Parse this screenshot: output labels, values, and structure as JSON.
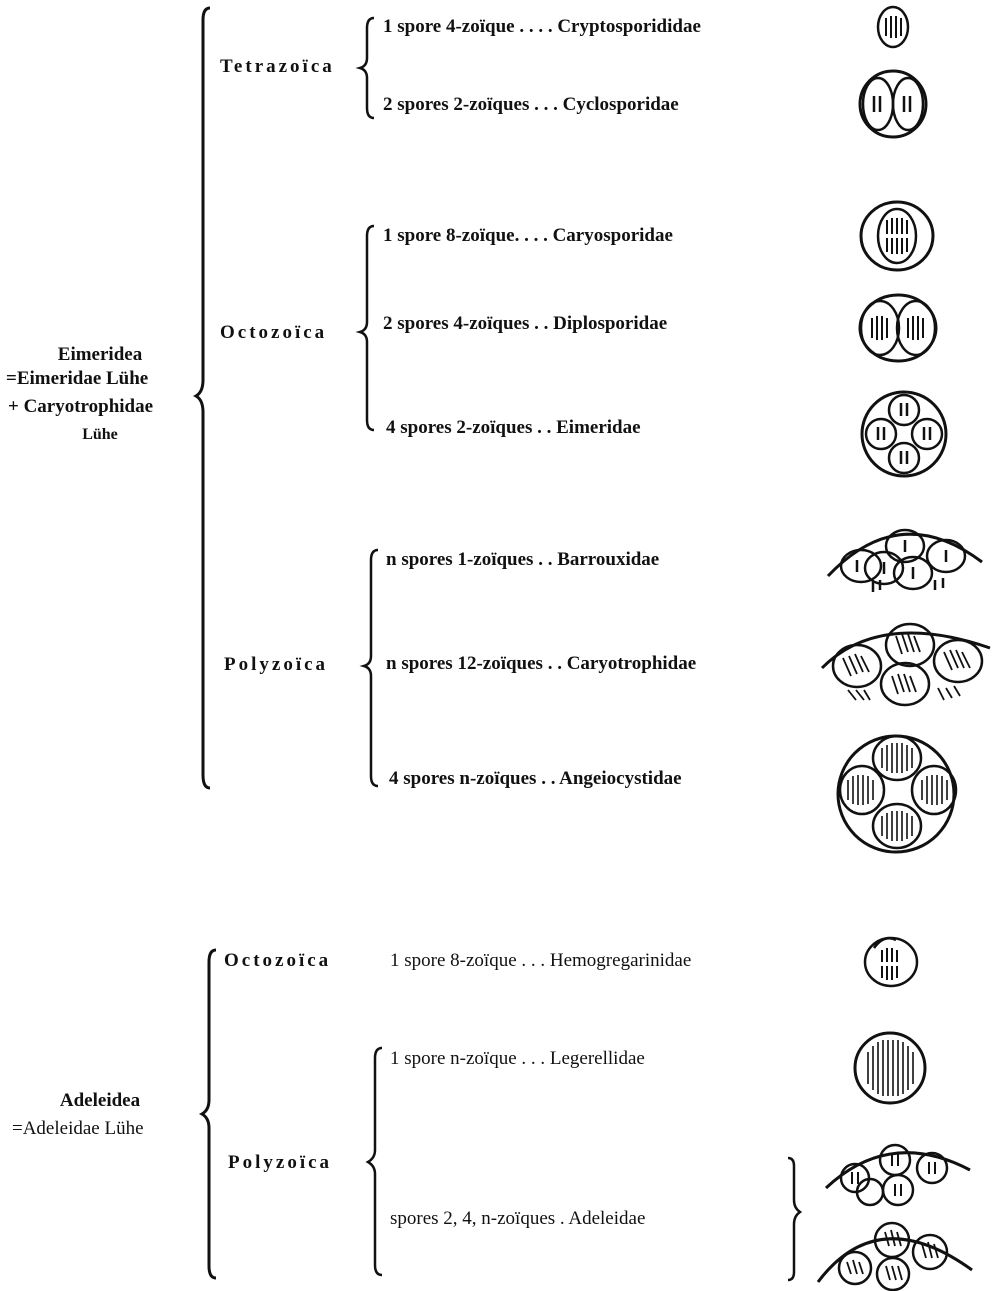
{
  "groups": {
    "eimeridea": {
      "name": "Eimeridea",
      "syn1": "=Eimeridae Lühe",
      "syn2": "+ Caryotrophidae",
      "syn3": "Lühe"
    },
    "adeleidea": {
      "name": "Adeleidea",
      "syn1": "=Adeleidae Lühe"
    }
  },
  "sections": {
    "tetrazoica": "Tetrazoïca",
    "octozoica": "Octozoïca",
    "polyzoica": "Polyzoïca",
    "octozoica2": "Octozoïca",
    "polyzoica2": "Polyzoïca"
  },
  "rows": [
    {
      "text": "1 spore 4-zoïque . . . . Cryptosporididae"
    },
    {
      "text": "2 spores 2-zoïques . . . Cyclosporidae"
    },
    {
      "text": "1 spore 8-zoïque. . . . Caryosporidae"
    },
    {
      "text": "2 spores 4-zoïques  . . Diplosporidae"
    },
    {
      "text": "4 spores 2-zoïques  . . Eimeridae"
    },
    {
      "text": "n spores 1-zoïques  . . Barrouxidae"
    },
    {
      "text": "n spores 12-zoïques . . Caryotrophidae"
    },
    {
      "text": "4 spores n-zoïques  . . Angeiocystidae"
    },
    {
      "text": "1 spore 8-zoïque  . . . Hemogregarinidae"
    },
    {
      "text": "1 spore n-zoïque  . . . Legerellidae"
    },
    {
      "text": "spores 2, 4, n-zoïques . Adeleidae"
    }
  ]
}
